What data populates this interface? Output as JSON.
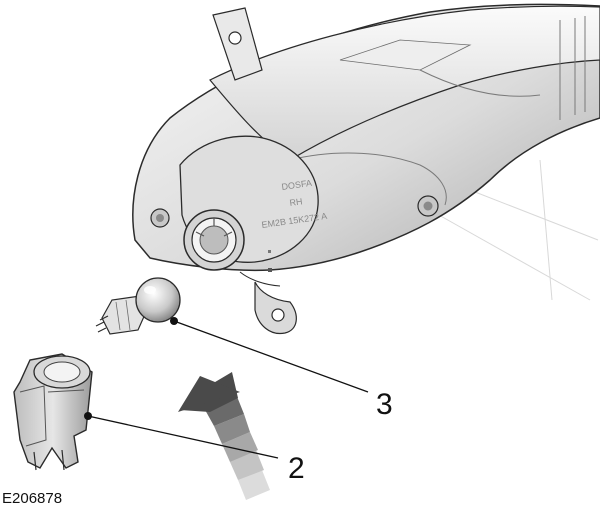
{
  "figure": {
    "id_label": "E206878",
    "callouts": [
      {
        "number": "3",
        "part": "bulb"
      },
      {
        "number": "2",
        "part": "bulb holder"
      }
    ],
    "moulding_text": [
      "DOSFA",
      "RH",
      "EM2B 15K272 A"
    ],
    "colors": {
      "housing_light": "#f2f2f2",
      "housing_mid": "#cfcfcf",
      "housing_dark": "#9a9a9a",
      "outline": "#2b2b2b",
      "arrow_dark": "#4a4a4a",
      "arrow_mid": "#8a8a8a",
      "arrow_light": "#c4c4c4"
    },
    "arrow_icon": "install-direction-arrow-icon"
  }
}
